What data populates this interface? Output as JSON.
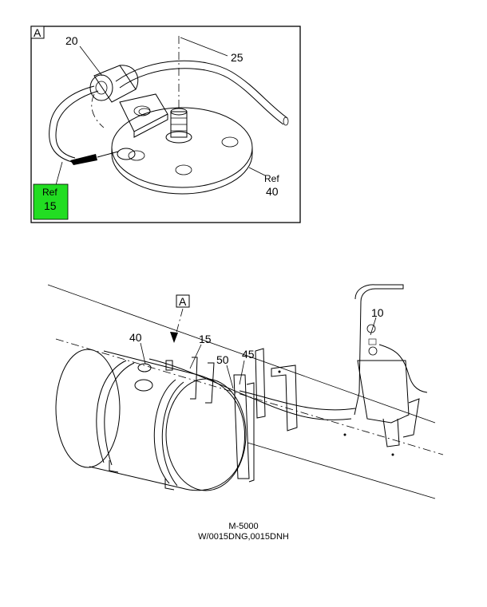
{
  "detail_view": {
    "view_label": "A",
    "callouts": {
      "c20": "20",
      "c25": "25",
      "ref40_word": "Ref",
      "ref40_num": "40",
      "ref15_word": "Ref",
      "ref15_num": "15"
    },
    "highlight_color": "#22dd22"
  },
  "main_view": {
    "view_label": "A",
    "callouts": {
      "c10": "10",
      "c15": "15",
      "c40": "40",
      "c45": "45",
      "c50": "50"
    }
  },
  "caption": {
    "model": "M-5000",
    "codes": "W/0015DNG,0015DNH"
  }
}
